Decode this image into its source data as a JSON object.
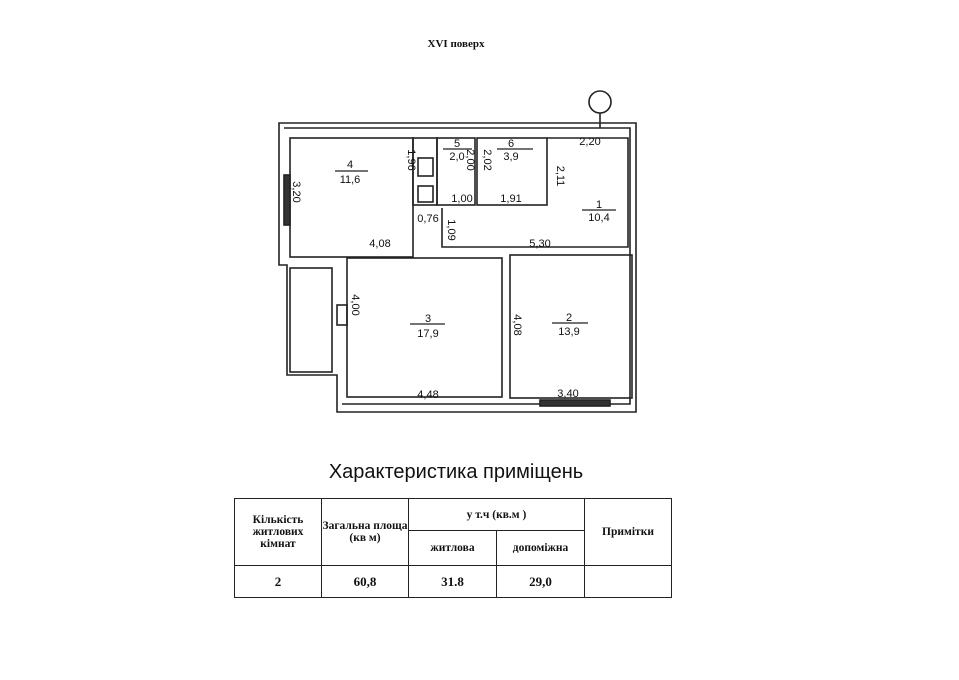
{
  "floor_title": "XVI поверх",
  "plan": {
    "rooms": [
      {
        "number": "4",
        "area": "11,6"
      },
      {
        "number": "5",
        "area": "2,0"
      },
      {
        "number": "6",
        "area": "3,9"
      },
      {
        "number": "1",
        "area": "10,4"
      },
      {
        "number": "3",
        "area": "17,9"
      },
      {
        "number": "2",
        "area": "13,9"
      }
    ],
    "dimensions": [
      "1,96",
      "2,00",
      "2,02",
      "2,11",
      "3,20",
      "1,00",
      "1,91",
      "0,76",
      "1,09",
      "4,08",
      "5,30",
      "2,20",
      "4,00",
      "4,08",
      "4,48",
      "3,40"
    ]
  },
  "table": {
    "heading": "Характеристика приміщень",
    "headers": {
      "rooms_count": "Кількість житлових кімнат",
      "total_area": "Загальна площа (кв м)",
      "including": "у т.ч  (кв.м )",
      "living": "житлова",
      "auxiliary": "допоміжна",
      "notes": "Примітки"
    },
    "row": {
      "rooms_count": "2",
      "total_area": "60,8",
      "living": "31.8",
      "auxiliary": "29,0",
      "notes": ""
    }
  }
}
